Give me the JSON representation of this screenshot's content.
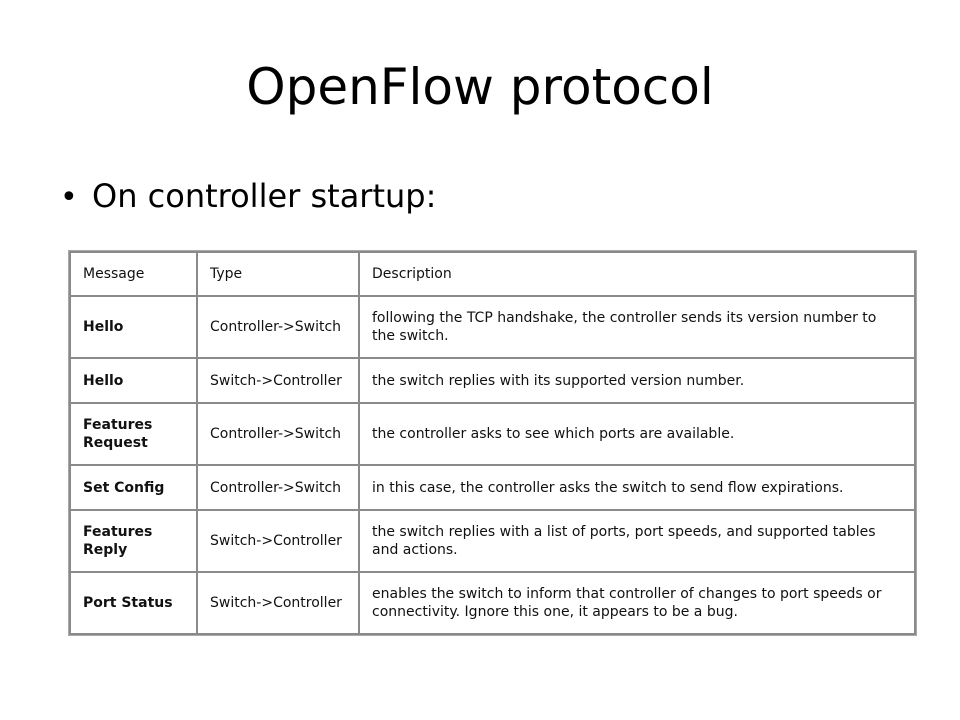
{
  "slide": {
    "title": "OpenFlow protocol",
    "bullet": "On controller startup:"
  },
  "table": {
    "headers": [
      "Message",
      "Type",
      "Description"
    ],
    "rows": [
      {
        "message": "Hello",
        "type": "Controller->Switch",
        "description": "following the TCP handshake, the controller sends its version number to the switch."
      },
      {
        "message": "Hello",
        "type": "Switch->Controller",
        "description": "the switch replies with its supported version number."
      },
      {
        "message": "Features Request",
        "type": "Controller->Switch",
        "description": "the controller asks to see which ports are available."
      },
      {
        "message": "Set Config",
        "type": "Controller->Switch",
        "description": "in this case, the controller asks the switch to send flow expirations."
      },
      {
        "message": "Features Reply",
        "type": "Switch->Controller",
        "description": "the switch replies with a list of ports, port speeds, and supported tables and actions."
      },
      {
        "message": "Port Status",
        "type": "Switch->Controller",
        "description": "enables the switch to inform that controller of changes to port speeds or connectivity. Ignore this one, it appears to be a bug."
      }
    ]
  }
}
